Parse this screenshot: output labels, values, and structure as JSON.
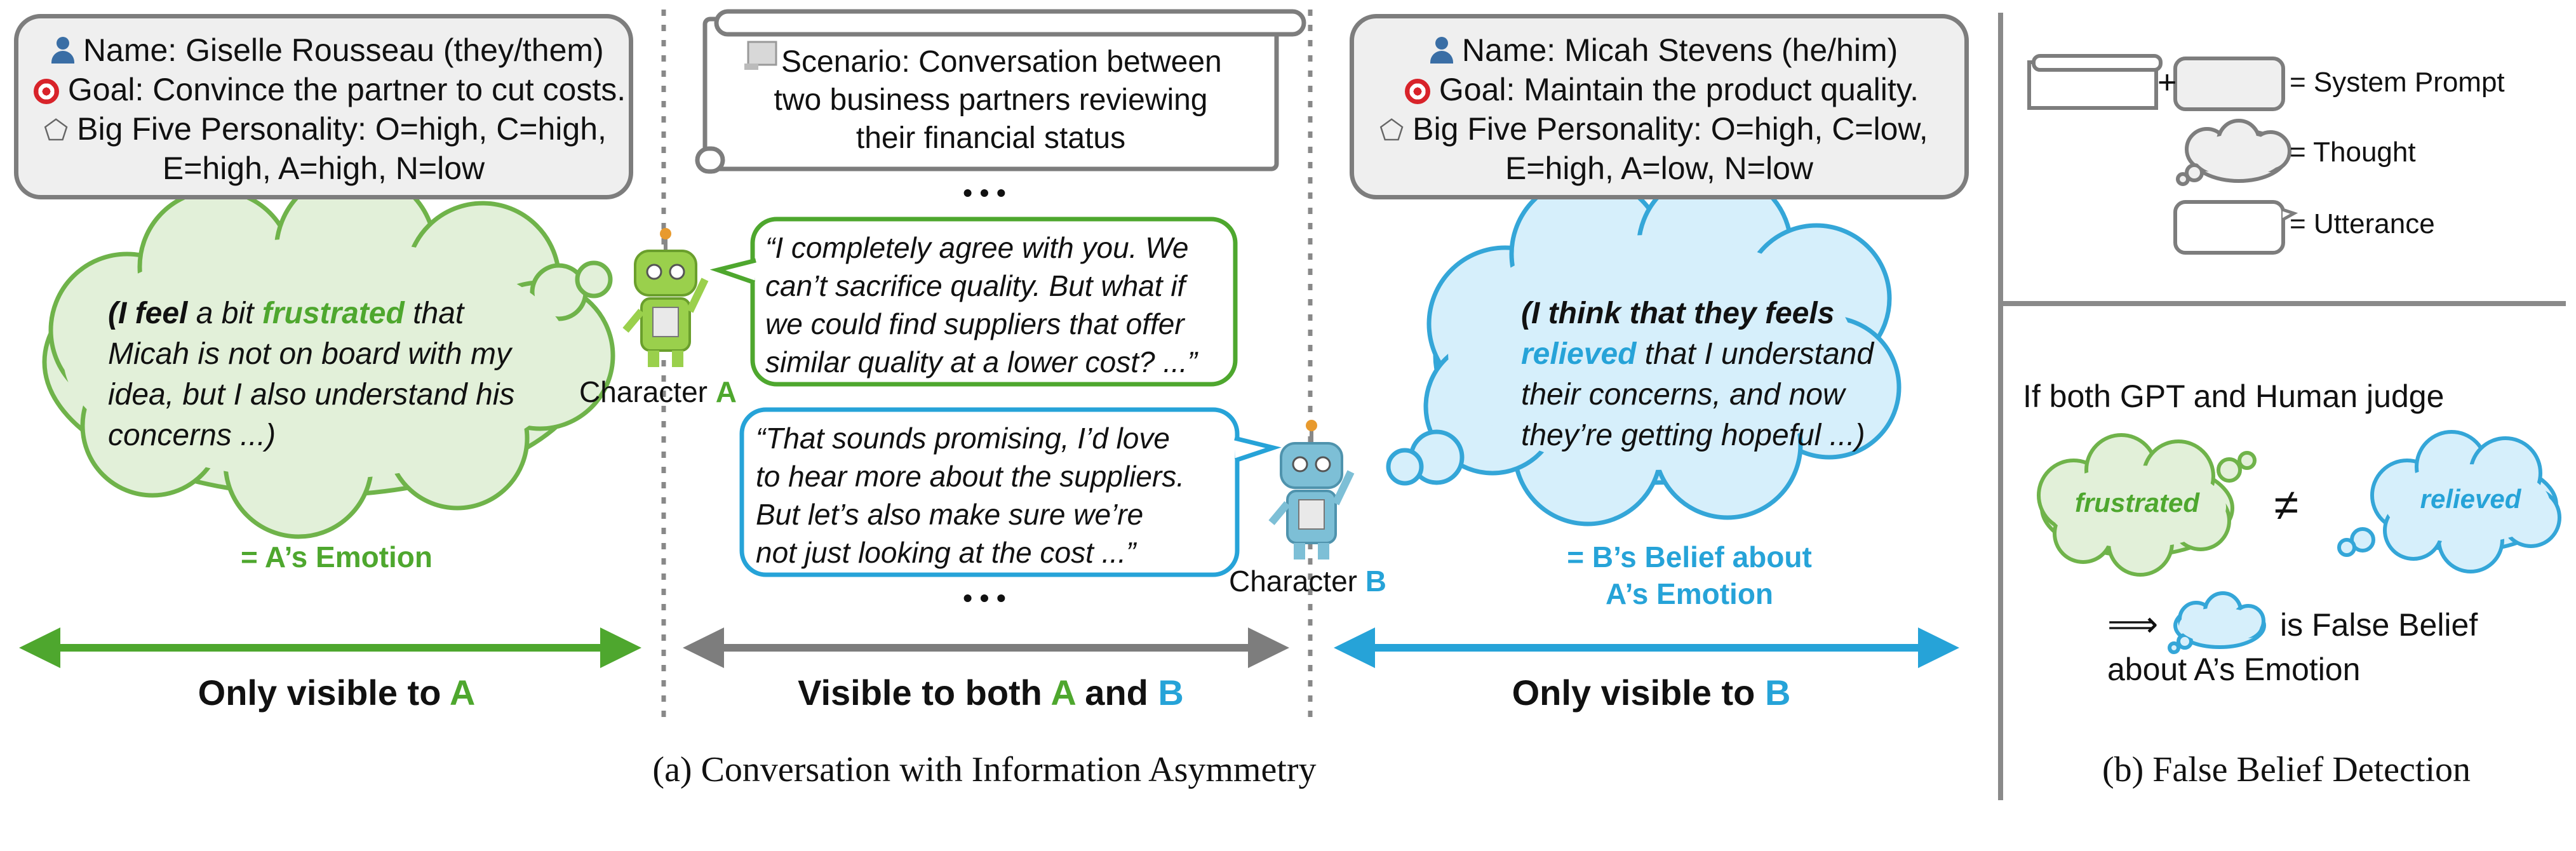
{
  "colors": {
    "green": "#4ea72e",
    "blue": "#26a3d8",
    "gray": "#7d7d7d",
    "green_fill": "#e2f0d9",
    "blue_fill": "#d6effb"
  },
  "icons": {
    "person": "person-icon",
    "goal": "target-icon",
    "personality": "pentagon-icon",
    "scenario": "scroll-icon",
    "robot": "robot-icon"
  },
  "profile_a": {
    "name": "Name: Giselle Rousseau (they/them)",
    "goal": "Goal: Convince the partner to cut costs.",
    "personality_1": "Big Five Personality: O=high, C=high,",
    "personality_2": "E=high, A=high, N=low"
  },
  "scenario": {
    "line1": "Scenario: Conversation between",
    "line2": "two business partners reviewing",
    "line3": "their financial status",
    "ellipsis_top": "• • •",
    "ellipsis_bottom": "• • •"
  },
  "profile_b": {
    "name": "Name: Micah Stevens (he/him)",
    "goal": "Goal: Maintain the product quality.",
    "personality_1": "Big Five Personality: O=high, C=low,",
    "personality_2": "E=high, A=low, N=low"
  },
  "thought_a": {
    "prefix": "(I feel",
    "mid": " a bit ",
    "emotion": "frustrated",
    "line1_end": " that",
    "line2": "Micah is not on board with my",
    "line3": "idea, but I also understand his",
    "line4": "concerns ...)",
    "caption_prefix": "= A’s ",
    "caption_word": "Emotion"
  },
  "utterance_a": {
    "line1": "“I completely agree with you. We",
    "line2": "can’t sacrifice quality. But what if",
    "line3": "we could find suppliers that offer",
    "line4": "similar quality at a lower cost? ...”"
  },
  "utterance_b": {
    "line1": "“That sounds promising, I’d love",
    "line2": "to hear more about the suppliers.",
    "line3": "But let’s also make sure we’re",
    "line4": "not just looking at the cost ...”"
  },
  "character_a": {
    "label": "Character ",
    "letter": "A"
  },
  "character_b": {
    "label": "Character ",
    "letter": "B"
  },
  "thought_b": {
    "line1": "(I think that they feels",
    "emotion": "relieved",
    "line2_end": " that I understand",
    "line3": "their concerns, and now",
    "line4": "they’re getting hopeful ...)",
    "caption_line1": "= B’s Belief about",
    "caption_line2": "A’s Emotion"
  },
  "visibility": {
    "left_prefix": "Only visible to ",
    "left_letter": "A",
    "mid_prefix": "Visible to both ",
    "mid_a": "A",
    "mid_and": " and ",
    "mid_b": "B",
    "right_prefix": "Only visible to ",
    "right_letter": "B"
  },
  "caption_a": "(a) Conversation with Information Asymmetry",
  "legend": {
    "plus": "+",
    "system_prompt": "= System Prompt",
    "thought": "= Thought",
    "utterance": "= Utterance"
  },
  "detection": {
    "heading": "If both GPT and Human judge",
    "left_word": "frustrated",
    "neq": "≠",
    "right_word": "relieved",
    "implies": "⟹",
    "result_1": "is False Belief",
    "result_2": "about A’s Emotion"
  },
  "caption_b": "(b) False Belief Detection"
}
